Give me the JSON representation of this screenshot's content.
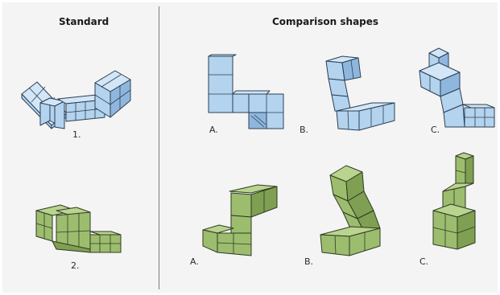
{
  "headings": {
    "standard": "Standard",
    "comparison": "Comparison shapes"
  },
  "labels": {
    "row1_standard": "1.",
    "row2_standard": "2.",
    "row1_a": "A.",
    "row1_b": "B.",
    "row1_c": "C.",
    "row2_a": "A.",
    "row2_b": "B.",
    "row2_c": "C."
  },
  "colors": {
    "row1_shapes": "#b3d3ef",
    "row2_shapes": "#9cbd6e",
    "background": "#f4f4f4",
    "divider": "#7d7d7d"
  }
}
